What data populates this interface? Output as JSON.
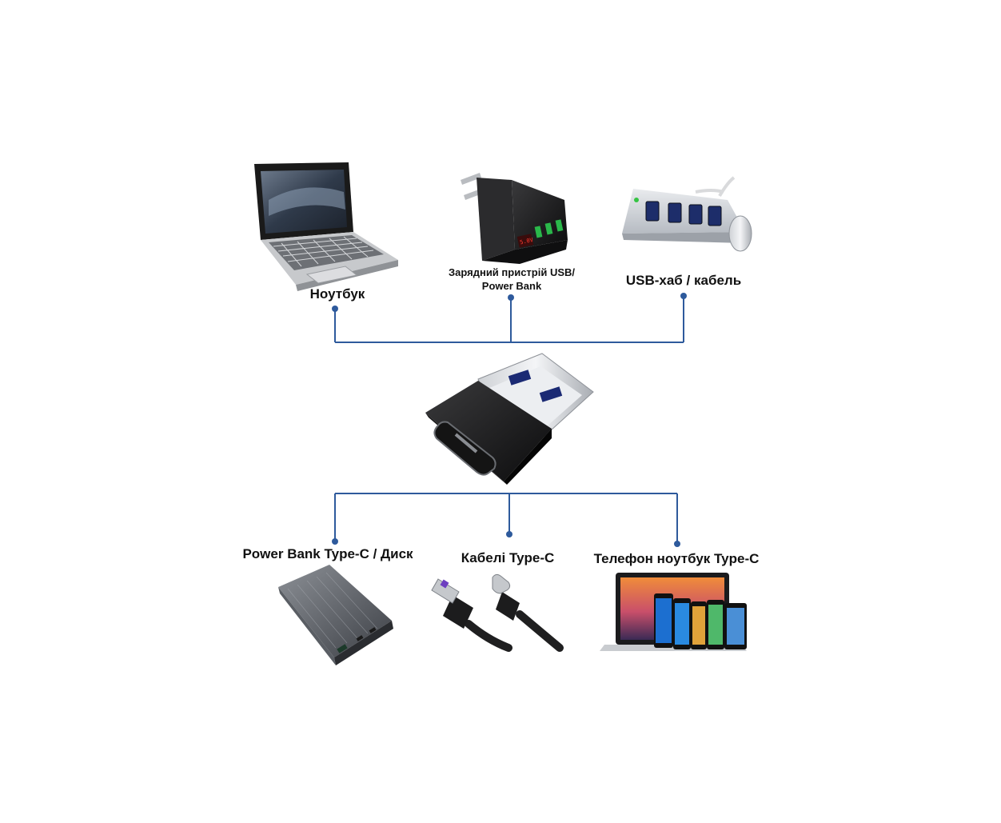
{
  "colors": {
    "connector": "#2e5a9c",
    "background": "#ffffff"
  },
  "sources": {
    "laptop_label": "Ноутбук",
    "charger_label_line1": "Зарядний пристрій USB/",
    "charger_label_line2": "Power Bank",
    "hub_label": "USB-хаб / кабель"
  },
  "center": {
    "adapter_icon": "usb-a-to-type-c-adapter-icon"
  },
  "targets": {
    "powerbank_label": "Power Bank Type-C / Диск",
    "cable_label": "Кабелі Type-C",
    "devices_label": "Телефон ноутбук Type-C"
  },
  "charger_display_text": "5.0V"
}
